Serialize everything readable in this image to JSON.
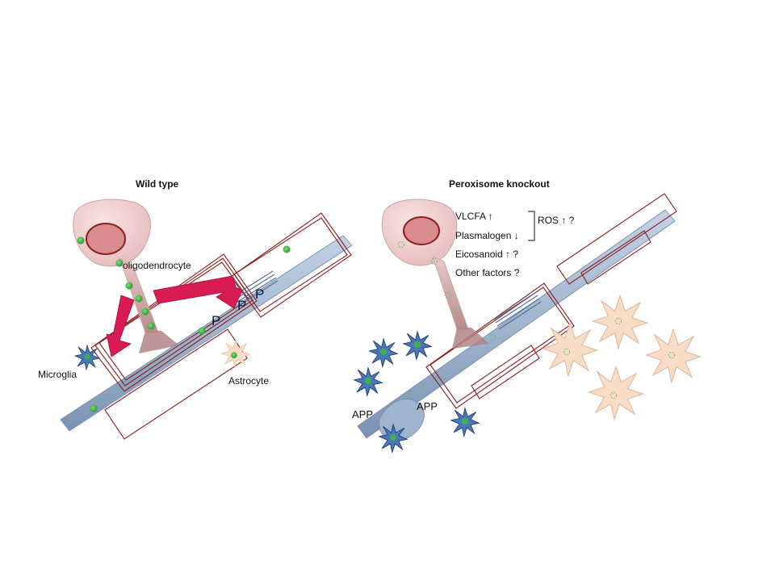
{
  "panels": {
    "wild_type": {
      "title": "Wild type",
      "labels": {
        "oligodendrocyte": "oligodendrocyte",
        "microglia": "Microglia",
        "astrocyte": "Astrocyte",
        "phospho": [
          "P",
          "P",
          "P"
        ]
      }
    },
    "knockout": {
      "title": "Peroxisome knockout",
      "factors": [
        "VLCFA ↑",
        "Plasmalogen ↓",
        "Eicosanoid ↑ ?",
        "Other factors ?"
      ],
      "ros": "ROS ↑ ?",
      "app_labels": [
        "APP",
        "APP"
      ]
    }
  },
  "colors": {
    "axon": "#9fb4cd",
    "axon_dark": "#6e86a6",
    "myelin": "#8b1e1e",
    "oligo_body": "#f0d3d3",
    "oligo_nucleus": "#d98b8d",
    "arrow": "#d81b53",
    "peroxisome": "#3aa63a",
    "microglia": "#3d6fb0",
    "astrocyte": "#f6d8c0"
  }
}
